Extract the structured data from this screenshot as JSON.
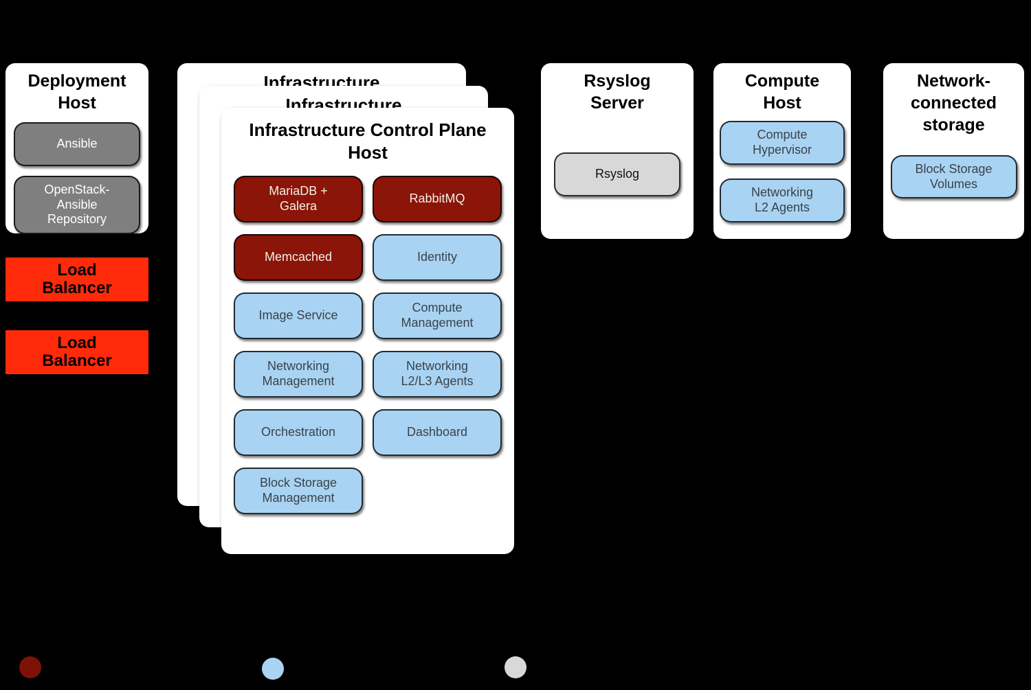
{
  "deployment_host": {
    "title": "Deployment Host",
    "nodes": [
      {
        "label": "Ansible",
        "kind": "gray"
      },
      {
        "label": "OpenStack-Ansible Repository",
        "kind": "gray"
      }
    ]
  },
  "load_balancers": [
    {
      "label": "Load Balancer"
    },
    {
      "label": "Load Balancer"
    }
  ],
  "infrastructure": {
    "back_cards": [
      {
        "visible_title": "Infrastructure"
      },
      {
        "visible_title": "Infrastructure"
      }
    ],
    "title": "Infrastructure Control Plane Host",
    "left_column": [
      {
        "label": "MariaDB +\nGalera",
        "kind": "shared"
      },
      {
        "label": "Memcached",
        "kind": "shared"
      },
      {
        "label": "Image Service",
        "kind": "openstack"
      },
      {
        "label": "Networking Management",
        "kind": "openstack"
      },
      {
        "label": "Orchestration",
        "kind": "openstack"
      },
      {
        "label": "Block Storage Management",
        "kind": "openstack"
      }
    ],
    "right_column": [
      {
        "label": "RabbitMQ",
        "kind": "shared"
      },
      {
        "label": "Identity",
        "kind": "openstack"
      },
      {
        "label": "Compute Management",
        "kind": "openstack"
      },
      {
        "label": "Networking\nL2/L3 Agents",
        "kind": "openstack"
      },
      {
        "label": "Dashboard",
        "kind": "openstack"
      }
    ]
  },
  "rsyslog_server": {
    "title": "Rsyslog Server",
    "nodes": [
      {
        "label": "Rsyslog",
        "kind": "lightgray"
      }
    ]
  },
  "compute_host": {
    "title": "Compute Host",
    "nodes": [
      {
        "label": "Compute Hypervisor",
        "kind": "openstack"
      },
      {
        "label": "Networking\nL2 Agents",
        "kind": "openstack"
      }
    ]
  },
  "network_storage": {
    "title": "Network-connected storage",
    "nodes": [
      {
        "label": "Block Storage Volumes",
        "kind": "openstack"
      }
    ]
  },
  "legend": {
    "dots": [
      {
        "name": "dark-red",
        "color": "#7e1206"
      },
      {
        "name": "light-blue",
        "color": "#a9d3f2"
      },
      {
        "name": "light-gray",
        "color": "#d8d8d8"
      }
    ]
  },
  "colors": {
    "background": "#000000",
    "card": "#ffffff",
    "shared_service": "#8a1508",
    "openstack_service": "#a9d3f2",
    "gray_node": "#7f7f7f",
    "light_gray_node": "#d8d8d8",
    "load_balancer": "#ff2a0a"
  }
}
